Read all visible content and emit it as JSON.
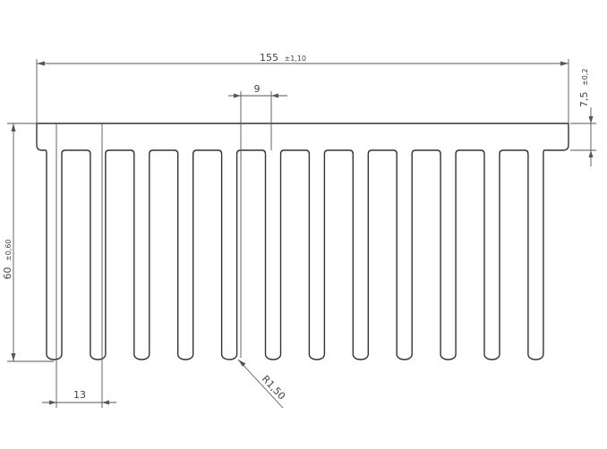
{
  "drawing": {
    "overall_width": {
      "value": "155",
      "tolerance": "±1,10"
    },
    "fin_spacing": {
      "value": "9"
    },
    "base_thickness": {
      "value": "7,5",
      "tolerance": "±0,2"
    },
    "overall_height": {
      "value": "60",
      "tolerance": "±0,60"
    },
    "fin_pitch": {
      "value": "13"
    },
    "fillet_radius": {
      "value": "R1,50"
    },
    "fin_count": 12,
    "colors": {
      "outline": "#333333",
      "dimension": "#555555",
      "background": "#ffffff"
    }
  }
}
